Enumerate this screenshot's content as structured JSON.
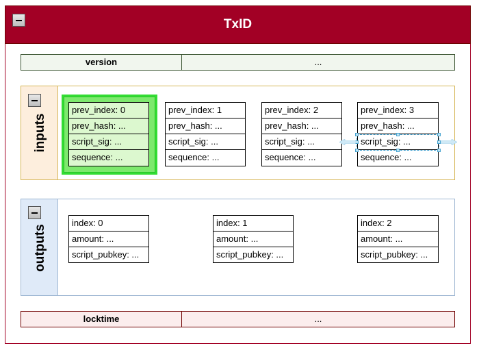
{
  "title": "TxID",
  "version": {
    "label": "version",
    "value": "..."
  },
  "locktime": {
    "label": "locktime",
    "value": "..."
  },
  "inputs": {
    "label": "inputs",
    "items": [
      {
        "prev_index": "prev_index: 0",
        "prev_hash": "prev_hash: ...",
        "script_sig": "script_sig: ...",
        "sequence": "sequence: ..."
      },
      {
        "prev_index": "prev_index: 1",
        "prev_hash": "prev_hash: ...",
        "script_sig": "script_sig: ...",
        "sequence": "sequence: ..."
      },
      {
        "prev_index": "prev_index: 2",
        "prev_hash": "prev_hash: ...",
        "script_sig": "script_sig: ...",
        "sequence": "sequence: ..."
      },
      {
        "prev_index": "prev_index: 3",
        "prev_hash": "prev_hash: ...",
        "script_sig": "script_sig: ...",
        "sequence": "sequence: ..."
      }
    ]
  },
  "outputs": {
    "label": "outputs",
    "items": [
      {
        "index": "index: 0",
        "amount": "amount: ...",
        "script_pubkey": "script_pubkey: ..."
      },
      {
        "index": "index: 1",
        "amount": "amount: ...",
        "script_pubkey": "script_pubkey: ..."
      },
      {
        "index": "index: 2",
        "amount": "amount: ...",
        "script_pubkey": "script_pubkey: ..."
      }
    ]
  },
  "colors": {
    "header": "#a20025",
    "highlight": "#33dd33",
    "inputs_border": "#d6b656",
    "outputs_border": "#9fb7d3",
    "selection": "#46a3d0"
  },
  "icons": {
    "collapse": "minus-icon"
  }
}
